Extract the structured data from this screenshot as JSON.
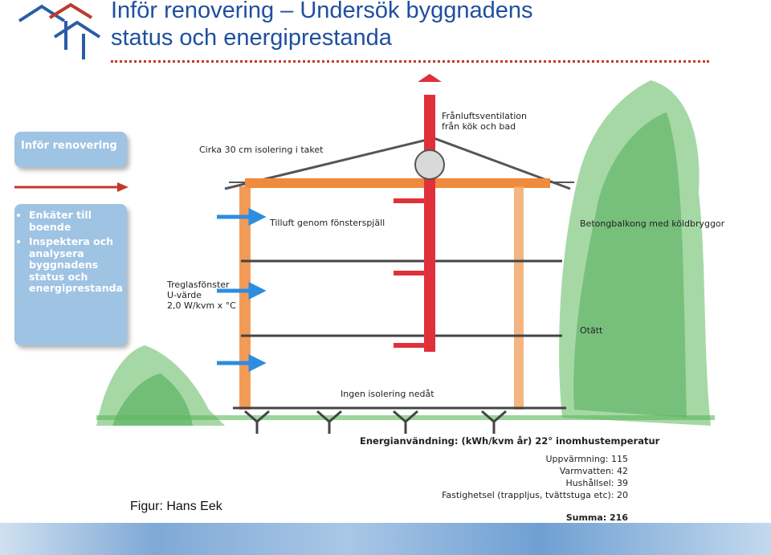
{
  "title_line1": "Inför renovering – Undersök byggnadens",
  "title_line2": "status och energiprestanda",
  "sidebar": {
    "header": "Inför renovering",
    "items": [
      "Enkäter till boende",
      "Inspektera och analysera byggnadens status och energiprestanda"
    ]
  },
  "labels": {
    "exhaust_1": "Frånluftsventilation",
    "exhaust_2": "från kök och bad",
    "roof": "Cirka 30 cm isolering i taket",
    "supply": "Tilluft genom fönsterspjäll",
    "balcony": "Betongbalkong med köldbryggor",
    "window_1": "Treglasfönster",
    "window_2": "U-värde",
    "window_3": "2,0 W/kvm x °C",
    "leak": "Otätt",
    "floor": "Ingen isolering nedåt"
  },
  "energy": {
    "header": "Energianvändning:  (kWh/kvm år) 22° inomhustemperatur",
    "rows": [
      "Uppvärmning: 115",
      "Varmvatten: 42",
      "Hushållsel: 39",
      "Fastighetsel (trappljus, tvättstuga etc): 20"
    ],
    "sum": "Summa: 216"
  },
  "credit": "Figur: Hans Eek",
  "colors": {
    "title": "#1f4fa0",
    "sidebar": "#9fc3e3",
    "insulation": "#f08a3c",
    "duct": "#e0303a",
    "supply_air": "#2d8de0",
    "greenery": "#3fa348"
  }
}
